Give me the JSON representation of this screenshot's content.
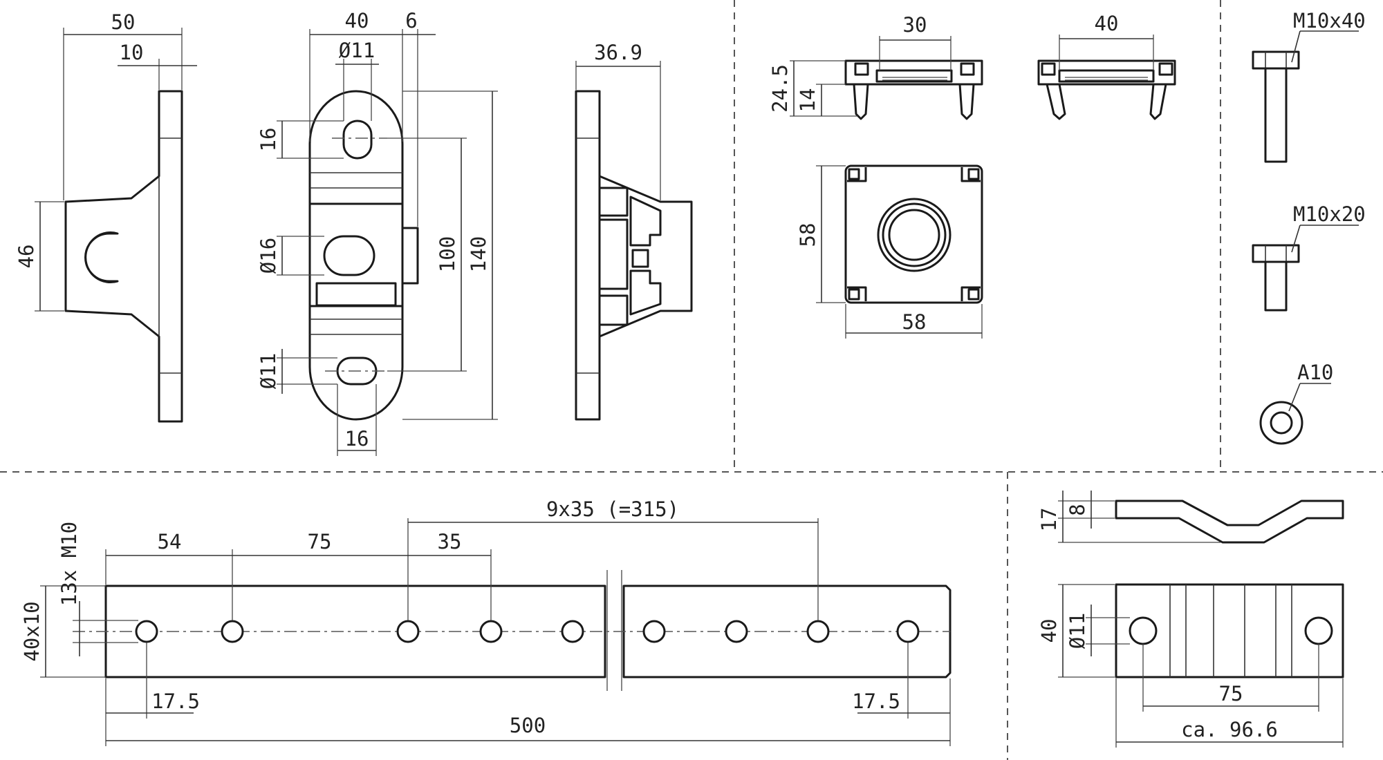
{
  "dims": {
    "bracket_width": "50",
    "bracket_flange": "10",
    "bracket_height": "46",
    "clamp_width": "40",
    "clamp_offset": "6",
    "clamp_hole_top": "Ø11",
    "clamp_slot_height": "16",
    "clamp_center_hole": "Ø16",
    "clamp_hole_bottom": "Ø11",
    "clamp_spacing": "100",
    "clamp_length": "140",
    "clamp_slot_width": "16",
    "side_depth": "36.9",
    "conn_width_1": "30",
    "conn_width_2": "40",
    "conn_height_1": "24.5",
    "conn_height_2": "14",
    "conn_square_h": "58",
    "conn_square_w": "58",
    "bolt_1": "M10x40",
    "bolt_2": "M10x20",
    "washer": "A10",
    "bar_pitch_total": "9x35 (=315)",
    "bar_first": "54",
    "bar_second": "75",
    "bar_pitch": "35",
    "bar_holes": "13x M10",
    "bar_section": "40x10",
    "bar_edge_left": "17.5",
    "bar_edge_right": "17.5",
    "bar_length": "500",
    "strap_height_total": "17",
    "strap_thickness": "8",
    "strap_width": "40",
    "strap_hole": "Ø11",
    "strap_hole_spacing": "75",
    "strap_length": "ca. 96.6"
  },
  "colors": {
    "line": "#1a1a1a",
    "dim": "#333333",
    "background": "#ffffff"
  }
}
